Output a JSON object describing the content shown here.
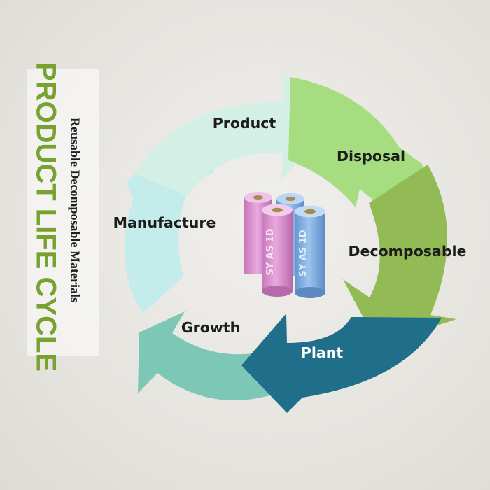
{
  "title": "PRODUCT LIFE CYCLE",
  "subtitle": "Reusable Decomposable Materials",
  "stages": [
    {
      "label": "Product",
      "color": "#d4f0e6"
    },
    {
      "label": "Disposal",
      "color": "#a6dd80"
    },
    {
      "label": "Decomposable",
      "color": "#93bb55"
    },
    {
      "label": "Plant",
      "color": "#1f6f8b"
    },
    {
      "label": "Growth",
      "color": "#7cc7b5"
    },
    {
      "label": "Manufacture",
      "color": "#c4ecea"
    }
  ],
  "product_image": {
    "rolls": [
      {
        "print": "SY AS 1D",
        "color": "#d98fcf"
      },
      {
        "print": "SY AS 1D",
        "color": "#7eaee0"
      }
    ]
  },
  "colors": {
    "title": "#78a22f",
    "subtitle": "#1f1f1f"
  }
}
